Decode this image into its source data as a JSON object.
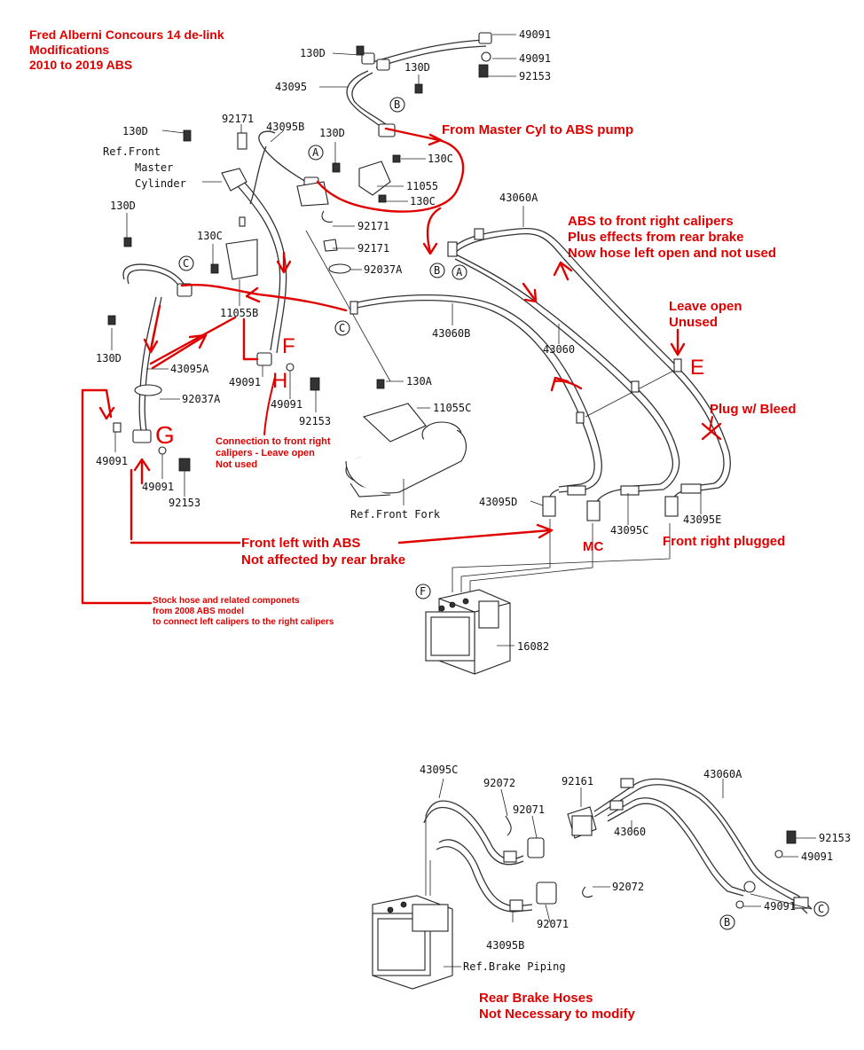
{
  "title": {
    "line1": "Fred Alberni Concours 14 de-link",
    "line2": "Modifications",
    "line3": "2010 to 2019 ABS"
  },
  "colors": {
    "annotation": "#e00000",
    "line_art": "#222222",
    "background": "#ffffff"
  },
  "part_labels": {
    "p49091_a": "49091",
    "p49091_b": "49091",
    "p92153_a": "92153",
    "p130D_a": "130D",
    "p130D_b": "130D",
    "p43095": "43095",
    "p130D_c": "130D",
    "p92171_a": "92171",
    "p43095B": "43095B",
    "p130D_d": "130D",
    "p130C_a": "130C",
    "p11055": "11055",
    "p130C_b": "130C",
    "p43060A": "43060A",
    "p92171_b": "92171",
    "p92171_c": "92171",
    "p92037A": "92037A",
    "p130D_e": "130D",
    "p130C_c": "130C",
    "p11055B": "11055B",
    "p43060B": "43060B",
    "p43060": "43060",
    "p130D_f": "130D",
    "p43095A": "43095A",
    "p49091_c": "49091",
    "p49091_d": "49091",
    "p92153_b": "92153",
    "p92037A_b": "92037A",
    "p130A": "130A",
    "p11055C": "11055C",
    "p49091_e": "49091",
    "p49091_f": "49091",
    "p92153_c": "92153",
    "p43095D": "43095D",
    "p43095C": "43095C",
    "p43095E": "43095E",
    "p16082": "16082",
    "ref_master_1": "Ref.Front",
    "ref_master_2": "Master",
    "ref_master_3": "Cylinder",
    "ref_fork": "Ref.Front Fork",
    "r43095C": "43095C",
    "r92072_a": "92072",
    "r92161": "92161",
    "r92071_a": "92071",
    "r43060A": "43060A",
    "r43060": "43060",
    "r92153": "92153",
    "r49091_a": "49091",
    "r92072_b": "92072",
    "r49091_b": "49091",
    "r92071_b": "92071",
    "r43095B": "43095B",
    "ref_brake_piping": "Ref.Brake Piping"
  },
  "circle_labels": {
    "B_top": "B",
    "A_top": "A",
    "B_mid": "B",
    "A_mid": "A",
    "C_left": "C",
    "C_mid": "C",
    "F_abs": "F",
    "B_rear": "B",
    "C_rear": "C"
  },
  "annotations": {
    "master_to_abs": "From Master Cyl to ABS pump",
    "abs_right_1": "ABS to front right calipers",
    "abs_right_2": "Plus effects from rear brake",
    "abs_right_3": "Now hose left open and not used",
    "leave_open_1": "Leave open",
    "leave_open_2": "Unused",
    "plug_bleed": "Plug w/ Bleed",
    "conn_right_1": "Connection to front right",
    "conn_right_2": "calipers - Leave open",
    "conn_right_3": "Not used",
    "front_left_1": "Front left with ABS",
    "front_left_2": "Not affected by rear brake",
    "mc": "MC",
    "front_right_plugged": "Front right plugged",
    "stock_1": "Stock hose and related componets",
    "stock_2": "from 2008 ABS model",
    "stock_3": "to connect left calipers to the right calipers",
    "rear_1": "Rear Brake Hoses",
    "rear_2": "Not Necessary to modify"
  },
  "point_letters": {
    "E": "E",
    "F": "F",
    "G": "G",
    "H": "H"
  }
}
